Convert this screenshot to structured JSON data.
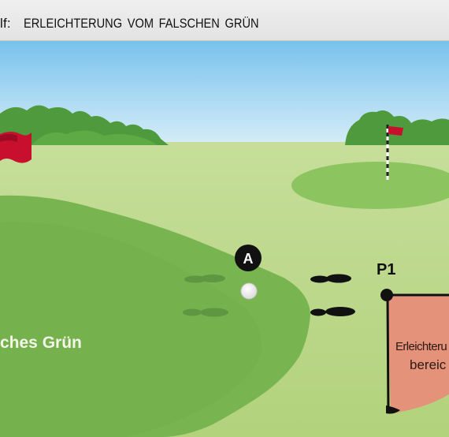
{
  "header": {
    "prefix": "lf:",
    "title": "ERLEICHTERUNG VOM FALSCHEN GRÜN"
  },
  "diagram": {
    "marker_a": "A",
    "point_p1": "P1",
    "wrong_green_label": "ches Grün",
    "relief_area_line1": "Erleichteru",
    "relief_area_line2": "bereic"
  },
  "colors": {
    "sky_top": "#7fc7ee",
    "sky_bottom": "#cfe9f7",
    "fairway": "#bcd88a",
    "wrong_green": "#78b44f",
    "far_green": "#8cc460",
    "trees": "#4f9a3c",
    "flag_red": "#c8102e",
    "relief_area": "#e4927a"
  },
  "icons": {
    "flag": "flag-icon",
    "footprints": "footprint-icon",
    "ball": "golf-ball-icon"
  }
}
